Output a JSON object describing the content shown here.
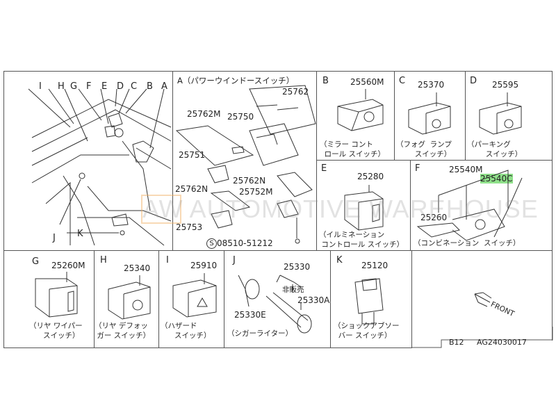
{
  "overview": {
    "callouts": [
      "I",
      "H",
      "G",
      "F",
      "E",
      "D",
      "C",
      "B",
      "A",
      "J",
      "K"
    ]
  },
  "panels": [
    {
      "id": "A",
      "title": "A（パワーウインドースイッチ）",
      "parts": [
        "25762",
        "25762M",
        "25750",
        "25751",
        "25762N",
        "25762N",
        "25752M",
        "25753"
      ],
      "screw": "08510-51212",
      "screw_symbol": "S"
    },
    {
      "id": "B",
      "part": "25560M",
      "caption": "（ミラー コント\n  ロール スイッチ）"
    },
    {
      "id": "C",
      "part": "25370",
      "caption": "（フォグ  ランプ\n        スイッチ）"
    },
    {
      "id": "D",
      "part": "25595",
      "caption": "（パーキング\n        スイッチ）"
    },
    {
      "id": "E",
      "part": "25280",
      "caption": "（イルミネーション\n コントロール スイッチ）"
    },
    {
      "id": "F",
      "parts": [
        "25540M",
        "25540C",
        "25260"
      ],
      "caption": "（コンビネーション  スイッチ）"
    },
    {
      "id": "G",
      "part": "25260M",
      "caption": "（リヤ ワイパー\n      スイッチ）"
    },
    {
      "id": "H",
      "part": "25340",
      "caption": "（リヤ デフォッ\n ガー スイッチ）"
    },
    {
      "id": "I",
      "part": "25910",
      "caption": "（ハザード\n      スイッチ）"
    },
    {
      "id": "J",
      "parts": [
        "25330",
        "25330E",
        "25330A"
      ],
      "note": "非販売",
      "caption": "（シガーライター）"
    },
    {
      "id": "K",
      "part": "25120",
      "caption": "（ショックアブソー\n  バー スイッチ）"
    }
  ],
  "front_label": "FRONT",
  "footer": {
    "model": "B12",
    "code": "AG24030017"
  },
  "watermark": "AW AUTOMOTIVE WAREHOUSE",
  "highlight_color": "#8fe08a"
}
